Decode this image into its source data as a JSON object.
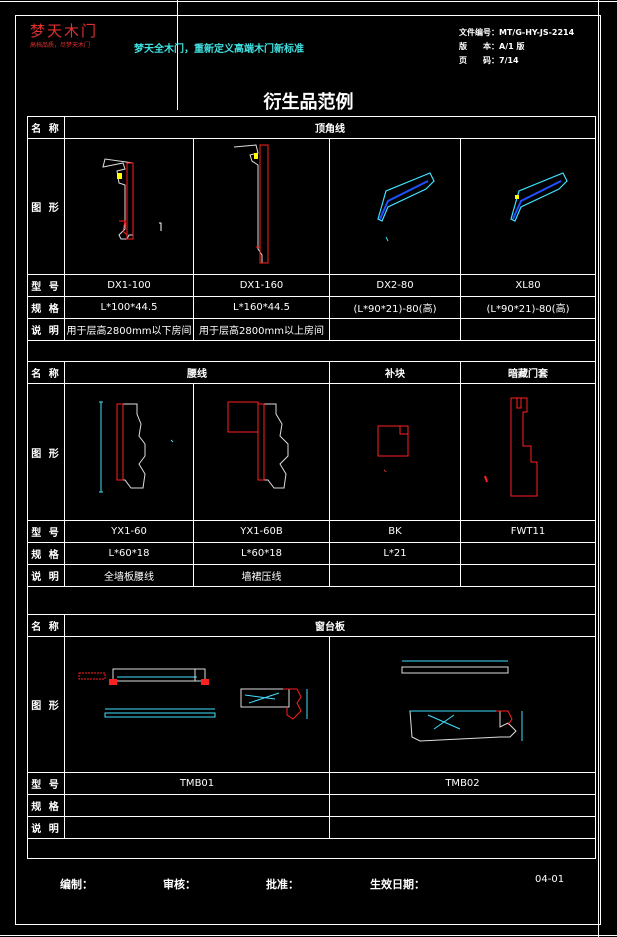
{
  "header": {
    "logo": "梦天木门",
    "logo_sub": "高档品质，尽梦天木门",
    "tagline": "梦天全木门，重新定义高端木门新标准",
    "doc_no": "文件编号：MT/G-HY-JS-2214",
    "version": "版　　本：A/1 版",
    "page": "页　　码：7/14"
  },
  "title": "衍生品范例",
  "labels": {
    "name": "名 称",
    "figure": "图 形",
    "model": "型 号",
    "spec": "规 格",
    "note": "说 明"
  },
  "section1": {
    "name": "顶角线",
    "models": [
      "DX1-100",
      "DX1-160",
      "DX2-80",
      "XL80"
    ],
    "specs": [
      "L*100*44.5",
      "L*160*44.5",
      "(L*90*21)-80(高)",
      "(L*90*21)-80(高)"
    ],
    "notes": [
      "用于层高2800mm以下房间",
      "用于层高2800mm以上房间",
      "",
      ""
    ]
  },
  "section2": {
    "names": [
      "腰线",
      "补块",
      "暗藏门套"
    ],
    "models": [
      "YX1-60",
      "YX1-60B",
      "BK",
      "FWT11"
    ],
    "specs": [
      "L*60*18",
      "L*60*18",
      "L*21",
      ""
    ],
    "notes": [
      "全墙板腰线",
      "墙裙压线",
      "",
      ""
    ]
  },
  "section3": {
    "name": "窗台板",
    "models": [
      "TMB01",
      "TMB02"
    ]
  },
  "footer": {
    "editor": "编制：",
    "reviewer": "审核：",
    "approver": "批准：",
    "effective": "生效日期：",
    "page_code": "04-01"
  },
  "colors": {
    "red": "#ff2020",
    "cyan": "#40e0ff",
    "blue": "#2050ff",
    "white": "#ffffff"
  }
}
